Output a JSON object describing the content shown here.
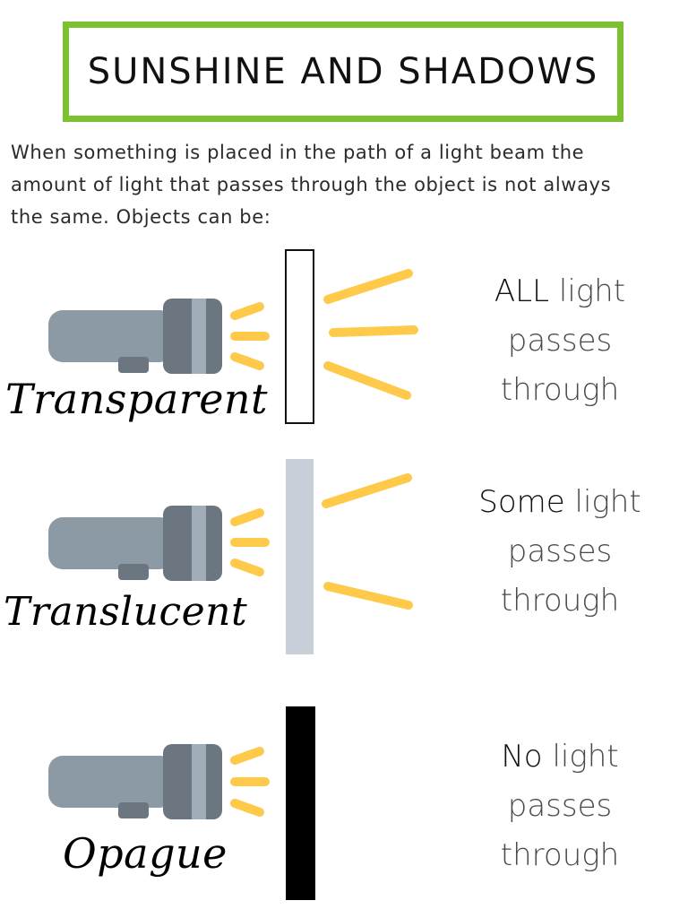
{
  "title": "SUNSHINE AND SHADOWS",
  "intro": {
    "lines": [
      "When something is placed in the path of a light beam the",
      "amount of light that passes through the object is not always",
      "the same. Objects can be:"
    ]
  },
  "colors": {
    "title_border": "#7cc130",
    "beam": "#ffc94a",
    "torch_body": "#8c9aa5",
    "torch_head": "#6b7680",
    "torch_band": "#a0adb8",
    "transparent_panel": "#ffffff",
    "translucent_panel": "#c9d0da",
    "opaque_panel": "#000000"
  },
  "sections": [
    {
      "label": "Transparent",
      "desc_strong": "ALL",
      "desc_rest": "light",
      "desc_line2": "passes",
      "desc_line3": "through",
      "icon": "flashlight-icon"
    },
    {
      "label": "Translucent",
      "desc_strong": "Some",
      "desc_rest": "light",
      "desc_line2": "passes",
      "desc_line3": "through",
      "icon": "flashlight-icon"
    },
    {
      "label": "Opague",
      "desc_strong": "No",
      "desc_rest": "light",
      "desc_line2": "passes",
      "desc_line3": "through",
      "icon": "flashlight-icon"
    }
  ]
}
